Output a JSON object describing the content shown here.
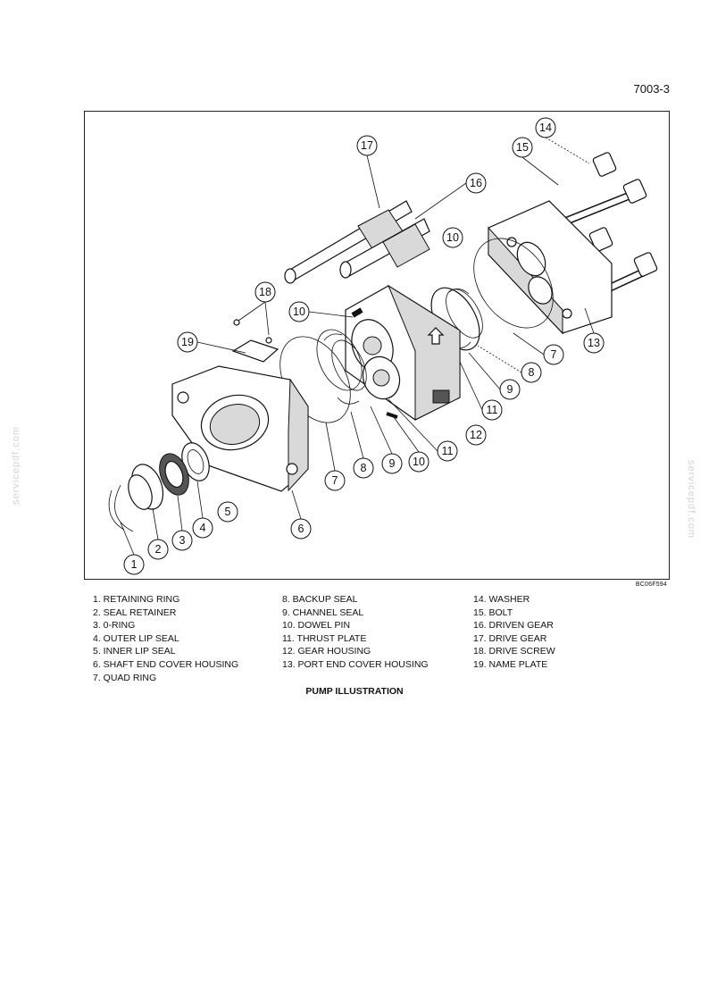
{
  "page": {
    "number": "7003-3"
  },
  "figure": {
    "code": "BC06F594",
    "caption": "PUMP ILLUSTRATION",
    "callouts": [
      "17",
      "16",
      "10",
      "14",
      "15",
      "18",
      "10",
      "19",
      "13",
      "7",
      "8",
      "9",
      "11",
      "12",
      "11",
      "10",
      "9",
      "8",
      "7",
      "5",
      "4",
      "3",
      "2",
      "1",
      "6"
    ]
  },
  "legend": {
    "column_1": [
      "1. RETAINING RING",
      "2. SEAL RETAINER",
      "3. 0-RING",
      "4. OUTER LIP SEAL",
      "5. INNER LIP SEAL",
      "6. SHAFT END COVER HOUSING",
      "7. QUAD RING"
    ],
    "column_2": [
      "8. BACKUP SEAL",
      "9. CHANNEL SEAL",
      "10. DOWEL PIN",
      "11. THRUST PLATE",
      "12. GEAR HOUSING",
      "13. PORT END COVER HOUSING"
    ],
    "column_3": [
      "14. WASHER",
      "15. BOLT",
      "16. DRIVEN GEAR",
      "17. DRIVE GEAR",
      "18. DRIVE SCREW",
      "19. NAME PLATE"
    ]
  },
  "watermark": {
    "text": "servicepdf.com"
  }
}
